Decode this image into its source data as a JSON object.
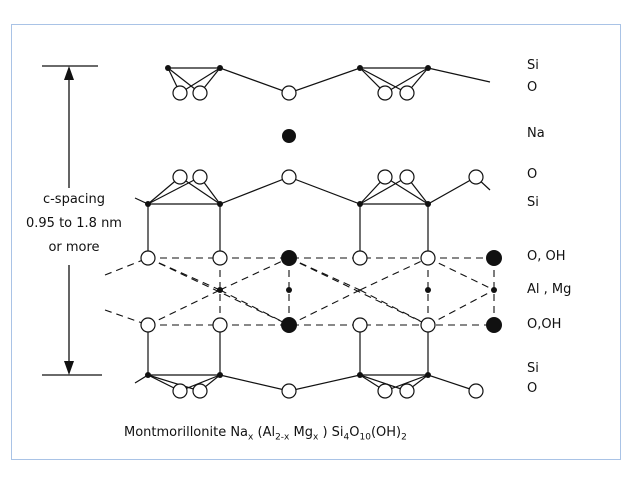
{
  "layer_labels": {
    "top_si": "Si",
    "top_o": "O",
    "na": "Na",
    "mid_o": "O",
    "mid_si": "Si",
    "oh_upper": "O, OH",
    "al_mg": "Al , Mg",
    "oh_lower": "O,OH",
    "bot_si": "Si",
    "bot_o": "O"
  },
  "spacing": {
    "line1": "c-spacing",
    "line2": "0.95 to 1.8 nm",
    "line3": "or more"
  },
  "caption": {
    "name": "Montmorillonite Na",
    "x1": "x",
    "open": " (Al",
    "two_x": "2-x",
    "mg": " Mg",
    "x2": "x",
    "close": " )  Si",
    "four": "4",
    "o": "O",
    "ten": "10",
    "oh": "(OH)",
    "two": "2"
  }
}
